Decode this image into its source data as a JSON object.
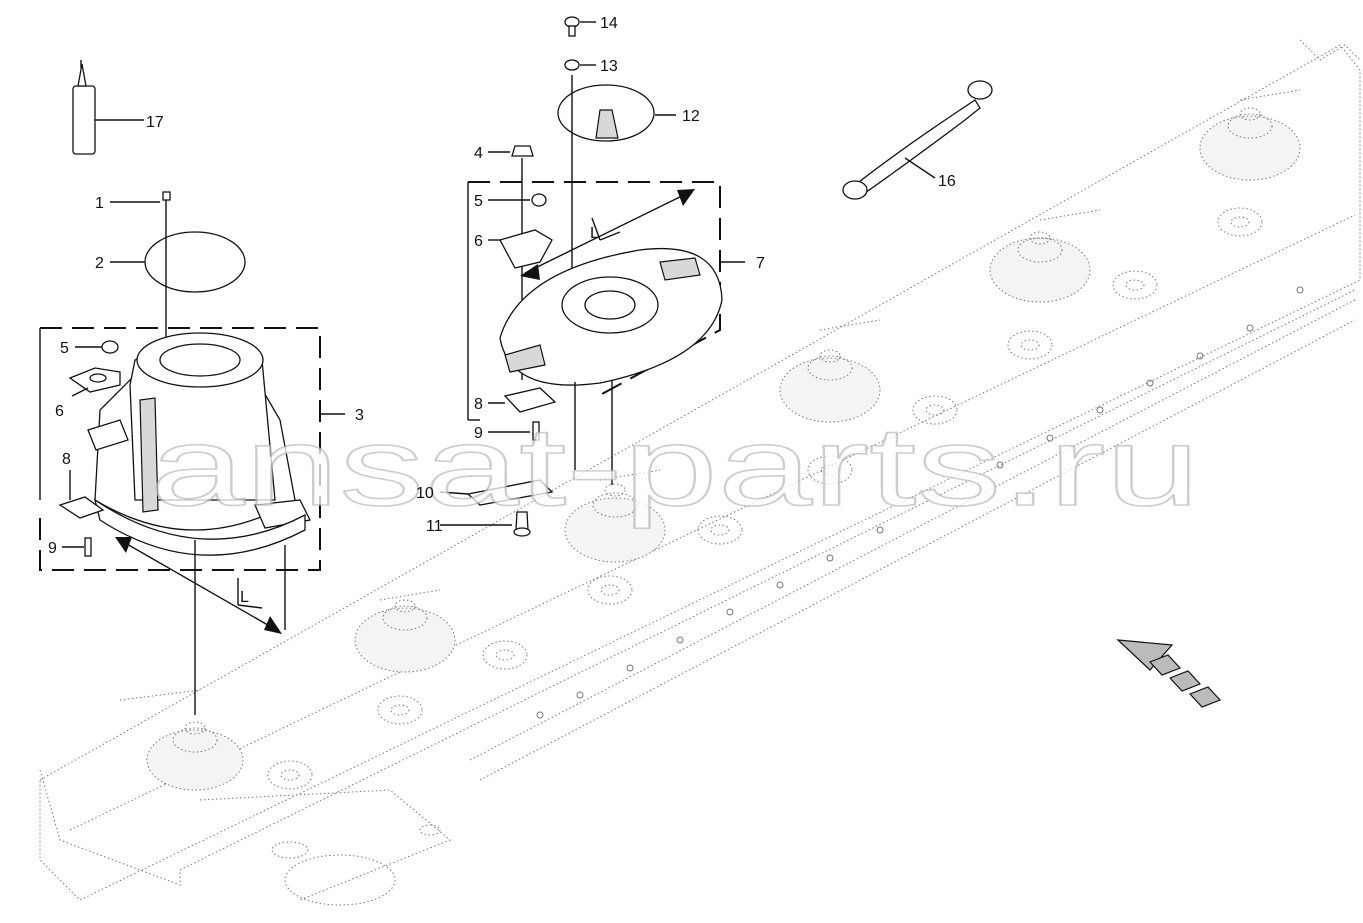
{
  "watermark": "ansat-parts.ru",
  "dimension_label": "L",
  "callouts": [
    "1",
    "2",
    "3",
    "4",
    "5",
    "5",
    "6",
    "6",
    "7",
    "8",
    "8",
    "9",
    "9",
    "10",
    "11",
    "12",
    "13",
    "14",
    "16",
    "17"
  ],
  "colors": {
    "line": "#111111",
    "dotted": "#777777",
    "watermark_outline": "#bdbdbd",
    "background": "#ffffff"
  }
}
